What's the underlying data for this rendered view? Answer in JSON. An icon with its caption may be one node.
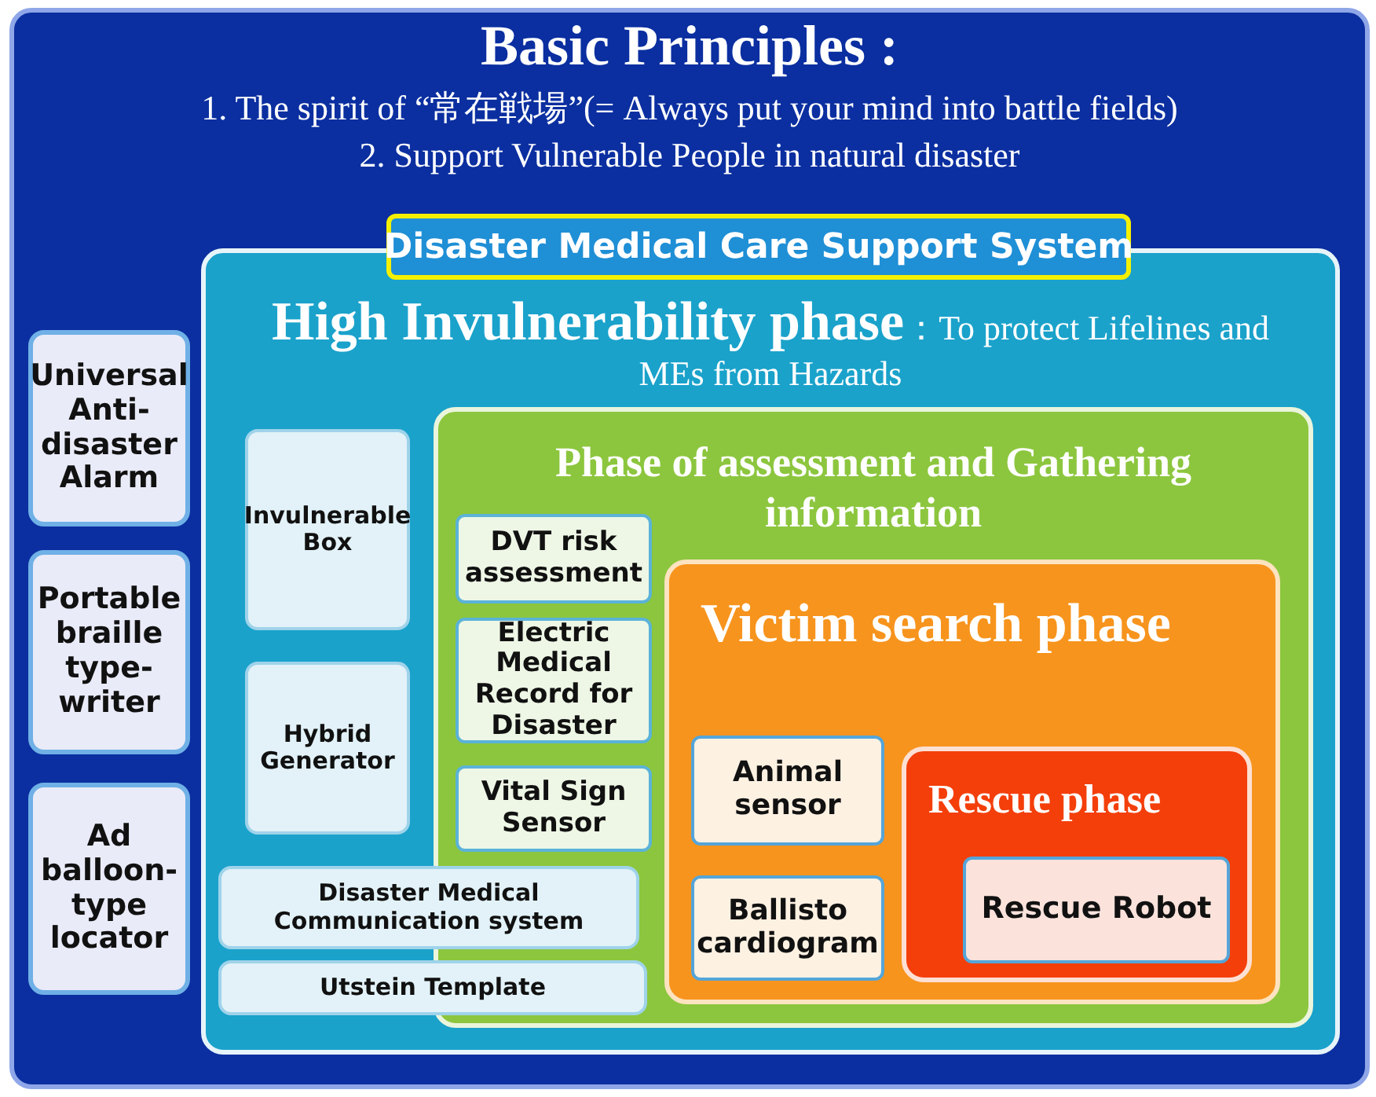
{
  "diagram": {
    "nodes": [
      {
        "text": [
          "Basic Principles :",
          "1. The spirit of “常在戦場”(= Always put your mind into battle fields)",
          "2. Support Vulnerable People in natural disaster"
        ]
      },
      {
        "text": [
          "Disaster Medical Care Support System"
        ],
        "in": 0
      },
      {
        "text": [
          "High Invulnerability phase",
          "：To protect Lifelines and MEs from Hazards"
        ],
        "in": 0
      },
      {
        "text": [
          "Universal Anti-disaster Alarm"
        ],
        "in": 0
      },
      {
        "text": [
          "Portable braille type-writer"
        ],
        "in": 0
      },
      {
        "text": [
          "Ad balloon-type locator"
        ],
        "in": 0
      },
      {
        "text": [
          "Invulnerable Box"
        ],
        "in": 2
      },
      {
        "text": [
          "Hybrid Generator"
        ],
        "in": 2
      },
      {
        "text": [
          "Phase of assessment and Gathering information"
        ],
        "in": 2
      },
      {
        "text": [
          "DVT risk assessment"
        ],
        "in": 8
      },
      {
        "text": [
          "Electric Medical Record for Disaster"
        ],
        "in": 8
      },
      {
        "text": [
          "Vital Sign Sensor"
        ],
        "in": 8
      },
      {
        "text": [
          "Victim search phase"
        ],
        "in": 8
      },
      {
        "text": [
          "Animal sensor"
        ],
        "in": 12
      },
      {
        "text": [
          "Ballisto cardiogram"
        ],
        "in": 12
      },
      {
        "text": [
          "Rescue phase"
        ],
        "in": 12
      },
      {
        "text": [
          "Rescue Robot"
        ],
        "in": 15
      },
      {
        "text": [
          "Disaster Medical Communication system"
        ],
        "in": 2
      },
      {
        "text": [
          "Utstein Template"
        ],
        "in": 2
      }
    ]
  }
}
